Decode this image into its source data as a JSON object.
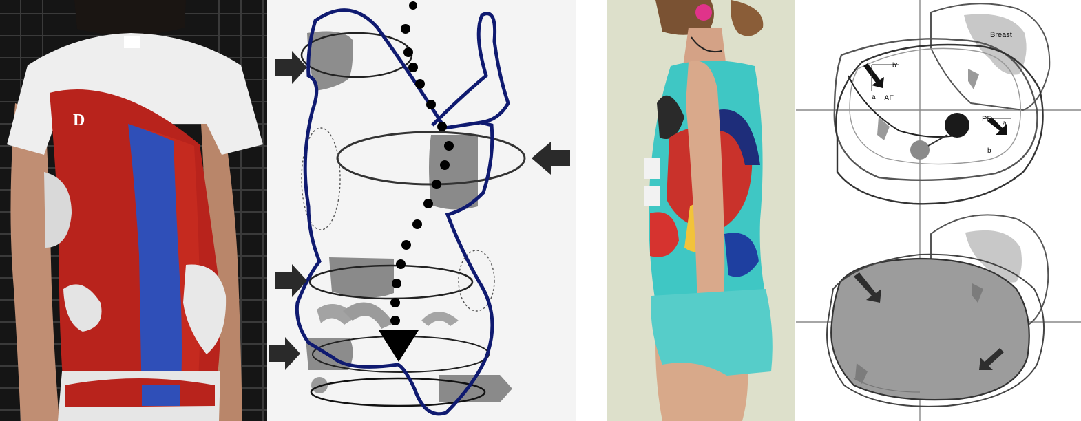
{
  "panel_brace_back": {
    "letter": "D",
    "colors": {
      "tile": "#141414",
      "shirt": "#f0f0f0",
      "red": "#b8231c",
      "blue": "#2f4fb8",
      "skin": "#c08e73"
    }
  },
  "panel_schematic": {
    "colors": {
      "outline": "#0f1a70",
      "pad": "#8a8a8a",
      "arrow": "#2a2a2a",
      "spine": "#000000"
    }
  },
  "panel_brace_side": {
    "colors": {
      "wall": "#dde0cb",
      "skin": "#d8a98a",
      "top": "#3fc7c4",
      "shorts": "#56cdc9"
    }
  },
  "panel_sections": {
    "labels": {
      "breast": "Breast",
      "af": "AF",
      "pf": "PF",
      "a": "a",
      "a_prime": "a'",
      "b": "b",
      "b_prime": "b'"
    },
    "colors": {
      "outline": "#333333",
      "fill": "#9c9c9c",
      "breast": "#c8c8c8",
      "grid": "#888888"
    }
  }
}
